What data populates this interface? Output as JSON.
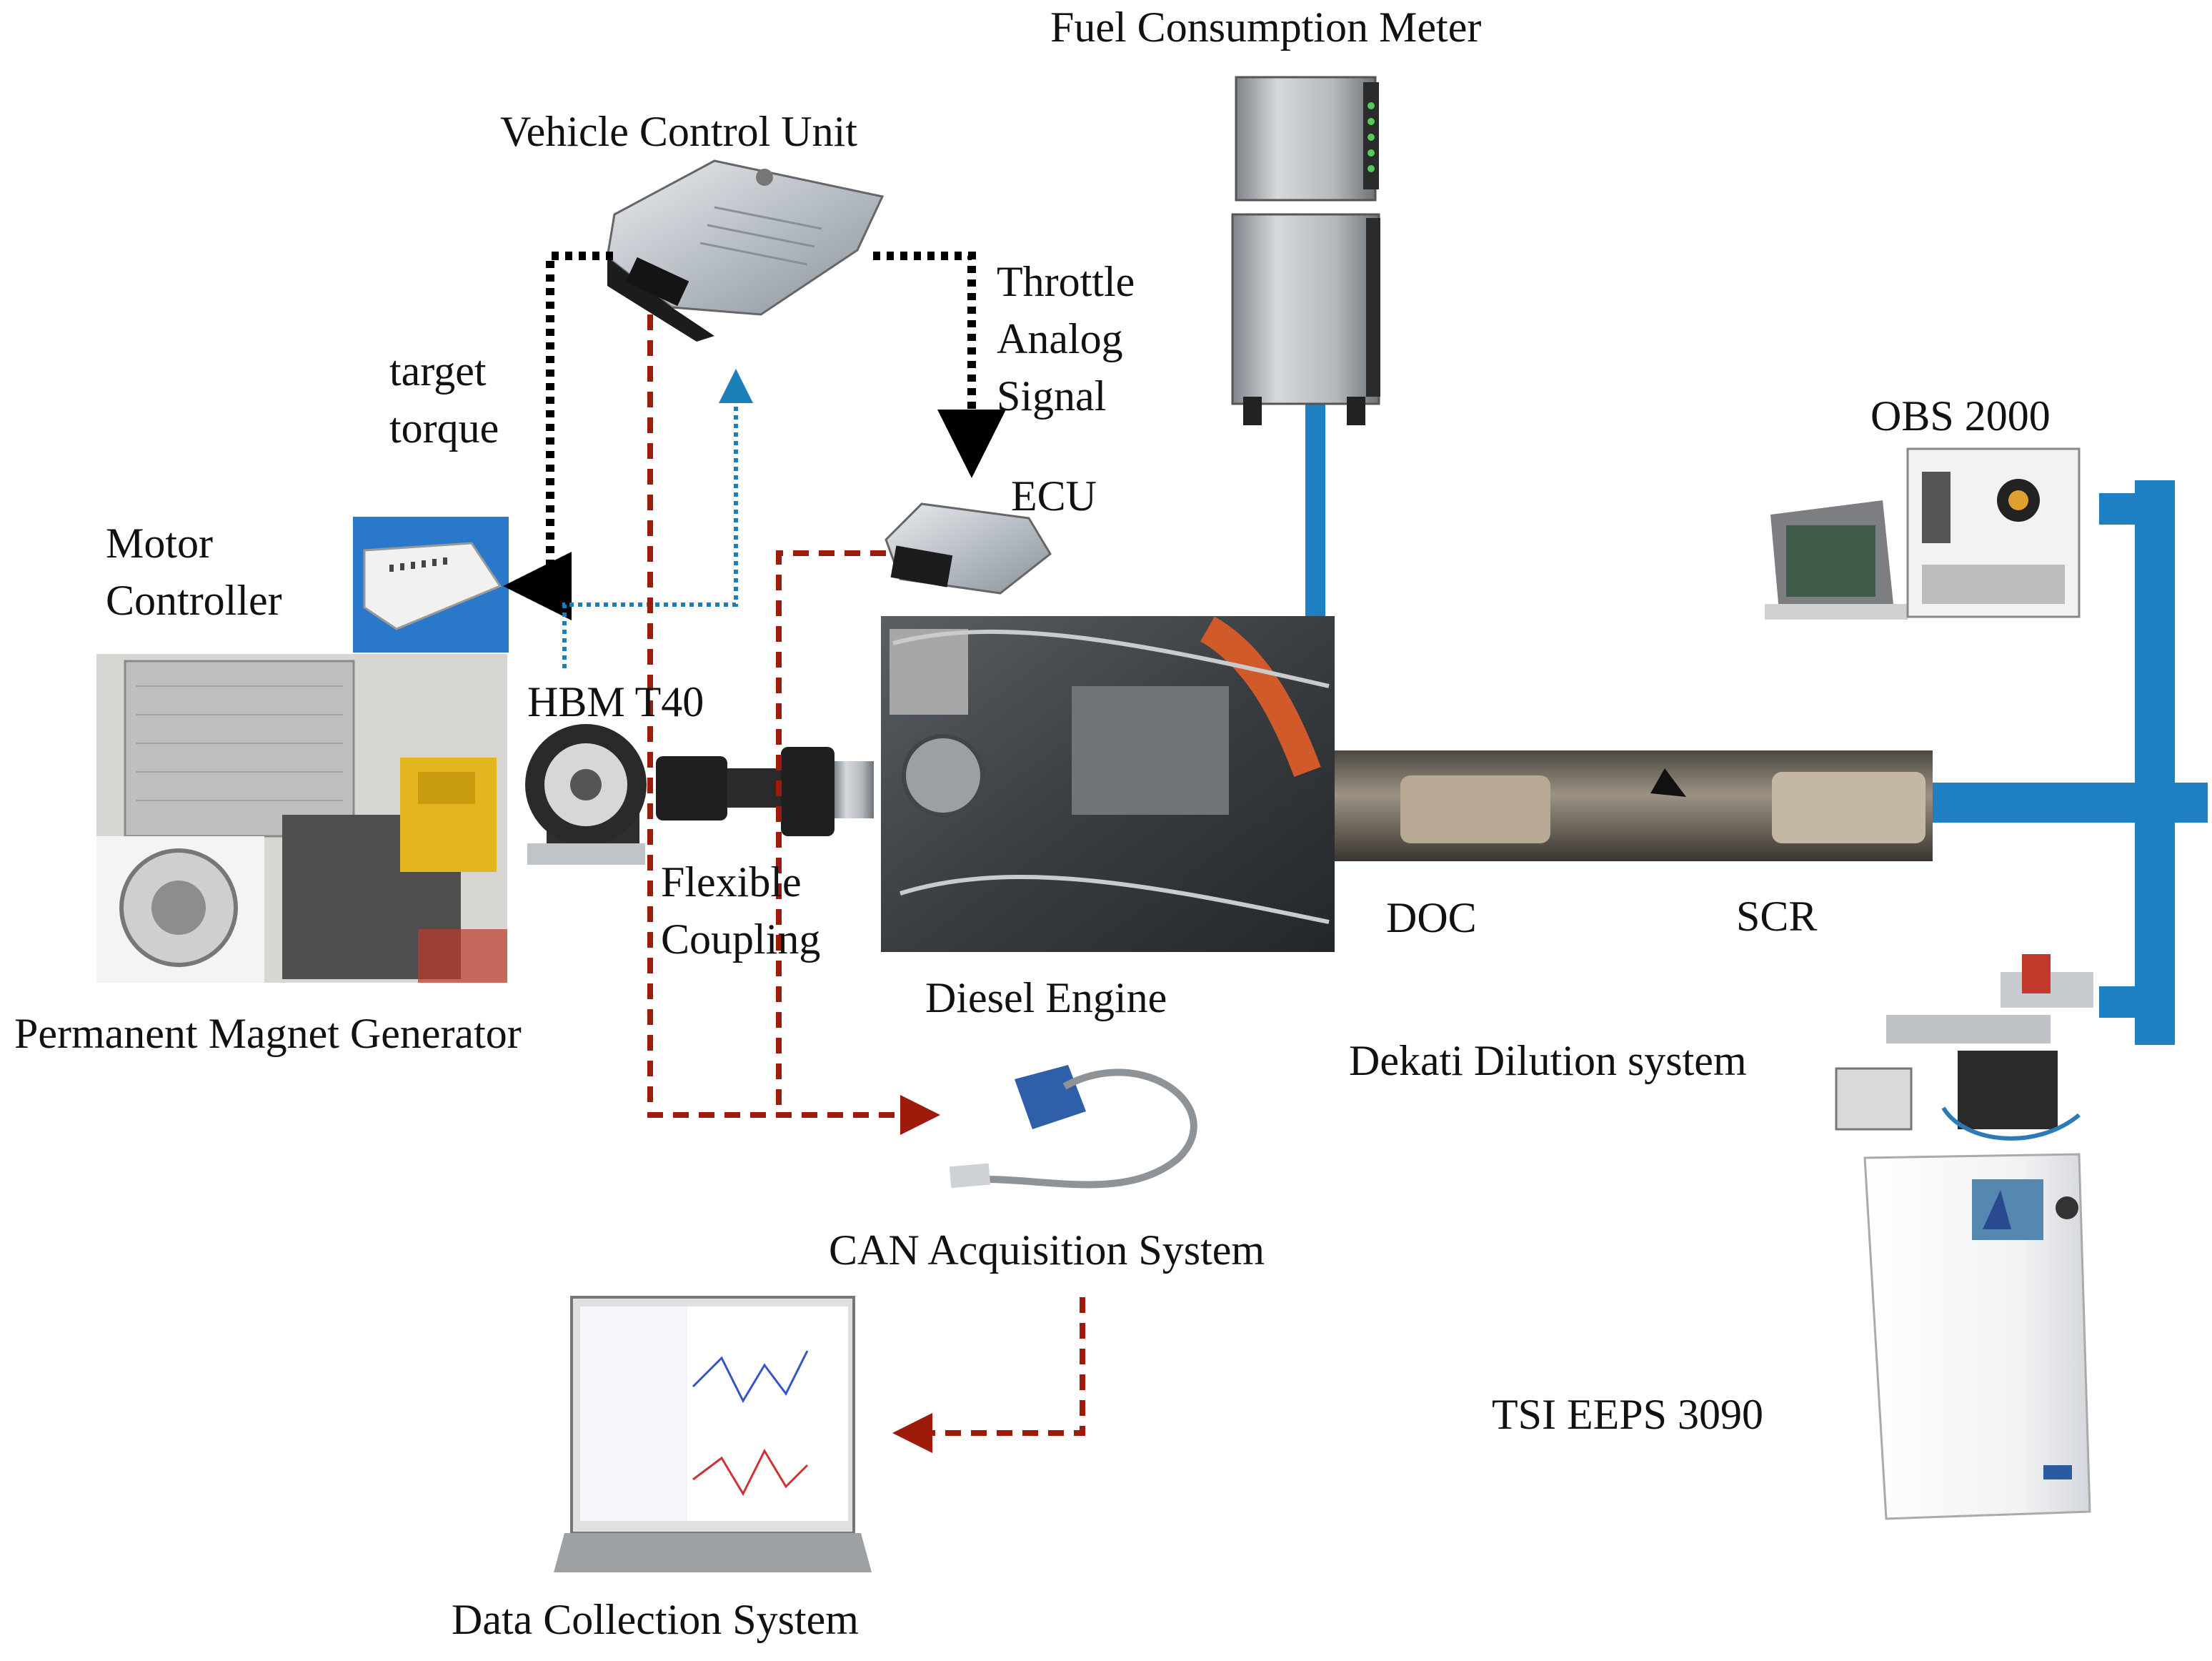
{
  "labels": {
    "fuel_meter": "Fuel Consumption Meter",
    "vcu": "Vehicle Control Unit",
    "throttle_1": "Throttle",
    "throttle_2": "Analog",
    "throttle_3": "Signal",
    "target_1": "target",
    "target_2": "torque",
    "ecu": "ECU",
    "motor_1": "Motor",
    "motor_2": "Controller",
    "hbm": "HBM T40",
    "flex_1": "Flexible",
    "flex_2": "Coupling",
    "pmg": "Permanent Magnet Generator",
    "diesel": "Diesel Engine",
    "doc": "DOC",
    "scr": "SCR",
    "obs": "OBS 2000",
    "dekati": "Dekati Dilution system",
    "can": "CAN Acquisition System",
    "tsi": "TSI EEPS 3090",
    "dcs": "Data Collection System"
  },
  "colors": {
    "black_dotted": "#000000",
    "blue_dotted": "#1b7fb5",
    "red_dashed": "#9e1b0c",
    "exhaust_pipe": "#1e7fc2"
  }
}
